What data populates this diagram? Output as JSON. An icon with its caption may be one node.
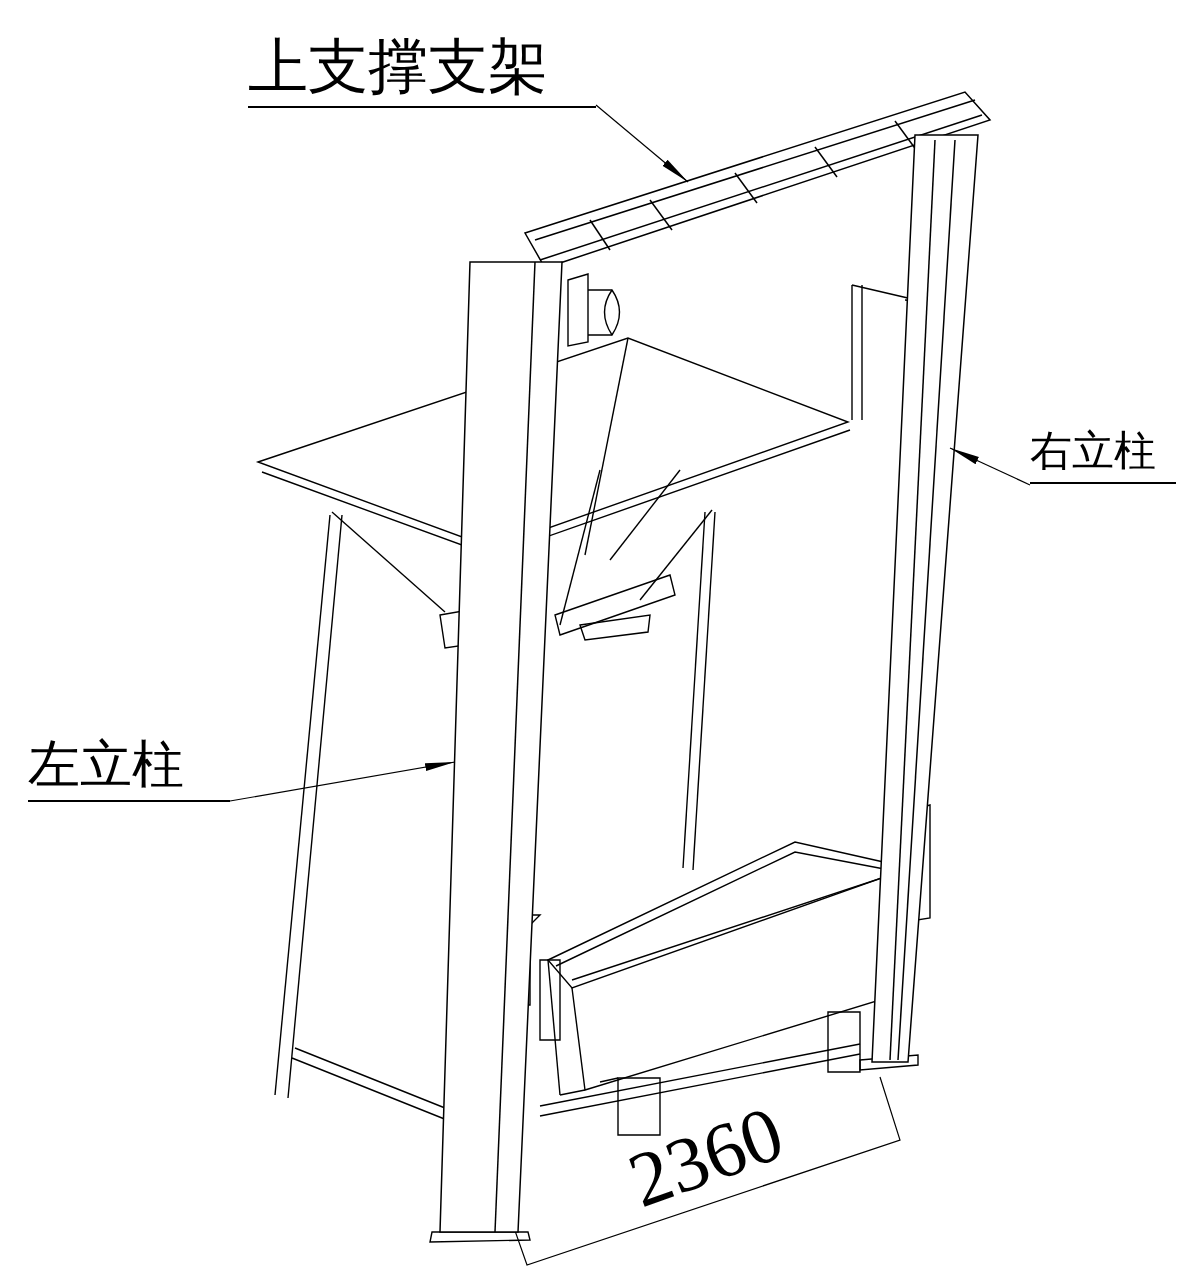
{
  "diagram": {
    "nodes": [
      {
        "text": [
          "上支撑支架"
        ]
      },
      {
        "text": [
          "右立柱"
        ]
      },
      {
        "text": [
          "左立柱"
        ]
      },
      {
        "text": [],
        "shape": "bar"
      },
      {
        "text": [],
        "shape": "bar"
      },
      {
        "text": [],
        "shape": "bar"
      }
    ],
    "edges": [
      {
        "from": 0,
        "to": 3,
        "arrow": "to"
      },
      {
        "from": 1,
        "to": 4,
        "arrow": "to"
      },
      {
        "from": 2,
        "to": 5,
        "arrow": "to"
      }
    ],
    "labels": [
      "2360"
    ]
  }
}
